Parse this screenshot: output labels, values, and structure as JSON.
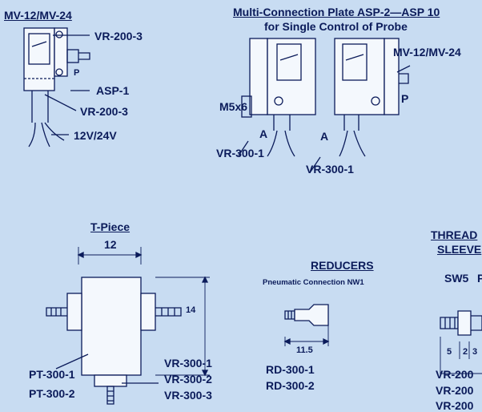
{
  "mv_section": {
    "title": "MV-12/MV-24",
    "labels": [
      "VR-200-3",
      "ASP-1",
      "VR-200-3",
      "12V/24V"
    ],
    "port_letter": "P"
  },
  "plate_section": {
    "title_line1": "Multi-Connection Plate ASP-2—ASP 10",
    "title_line2": "for Single Control of Probe",
    "labels": [
      "MV-12/MV-24",
      "P",
      "M5x6",
      "A",
      "A",
      "VR-300-1",
      "VR-300-1"
    ]
  },
  "tpiece_section": {
    "title": "T-Piece",
    "width_dim": "12",
    "height_dim": "14",
    "left_labels": [
      "PT-300-1",
      "PT-300-2"
    ],
    "right_labels": [
      "VR-300-1",
      "VR-300-2",
      "VR-300-3"
    ]
  },
  "reducers_section": {
    "title": "REDUCERS",
    "subtitle": "Pneumatic Connection NW1",
    "length_dim": "11.5",
    "labels": [
      "RD-300-1",
      "RD-300-2"
    ]
  },
  "thread_section": {
    "title_line1": "THREAD",
    "title_line2": "SLEEVE",
    "wrench_label": "SW5",
    "wrench_label2": "P",
    "dims": [
      "5",
      "2",
      "3"
    ],
    "labels": [
      "VR-200",
      "VR-200",
      "VR-200"
    ]
  }
}
